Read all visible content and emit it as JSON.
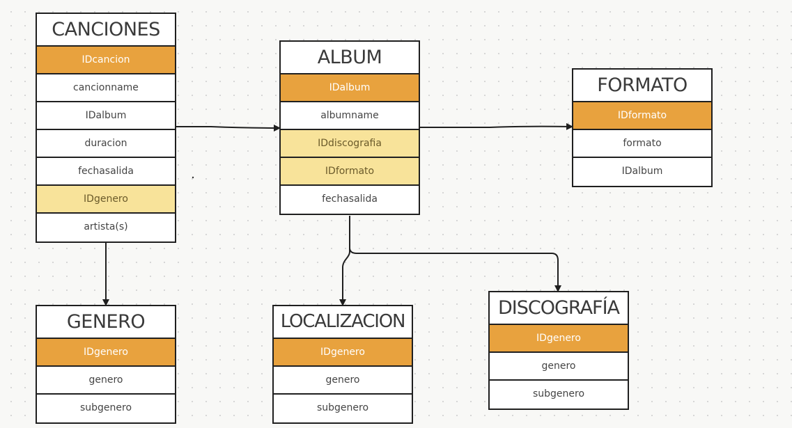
{
  "diagram": {
    "entities": [
      {
        "id": "canciones",
        "name": "CANCIONES",
        "fields": [
          {
            "label": "IDcancion",
            "kind": "pk"
          },
          {
            "label": "cancionname",
            "kind": "plain"
          },
          {
            "label": "IDalbum",
            "kind": "plain"
          },
          {
            "label": "duracion",
            "kind": "plain"
          },
          {
            "label": "fechasalida",
            "kind": "plain"
          },
          {
            "label": "IDgenero",
            "kind": "fk"
          },
          {
            "label": "artista(s)",
            "kind": "plain"
          }
        ]
      },
      {
        "id": "album",
        "name": "ALBUM",
        "fields": [
          {
            "label": "IDalbum",
            "kind": "pk"
          },
          {
            "label": "albumname",
            "kind": "plain"
          },
          {
            "label": "IDdiscografia",
            "kind": "fk"
          },
          {
            "label": "IDformato",
            "kind": "fk"
          },
          {
            "label": "fechasalida",
            "kind": "plain"
          }
        ]
      },
      {
        "id": "formato",
        "name": "FORMATO",
        "fields": [
          {
            "label": "IDformato",
            "kind": "pk"
          },
          {
            "label": "formato",
            "kind": "plain"
          },
          {
            "label": "IDalbum",
            "kind": "plain"
          }
        ]
      },
      {
        "id": "genero",
        "name": "GENERO",
        "fields": [
          {
            "label": "IDgenero",
            "kind": "pk"
          },
          {
            "label": "genero",
            "kind": "plain"
          },
          {
            "label": "subgenero",
            "kind": "plain"
          }
        ]
      },
      {
        "id": "localizacion",
        "name": "LOCALIZACION",
        "fields": [
          {
            "label": "IDgenero",
            "kind": "pk"
          },
          {
            "label": "genero",
            "kind": "plain"
          },
          {
            "label": "subgenero",
            "kind": "plain"
          }
        ]
      },
      {
        "id": "discografia",
        "name": "DISCOGRAFÍA",
        "fields": [
          {
            "label": "IDgenero",
            "kind": "pk"
          },
          {
            "label": "genero",
            "kind": "plain"
          },
          {
            "label": "subgenero",
            "kind": "plain"
          }
        ]
      }
    ],
    "connectors": [
      {
        "from": "canciones",
        "to": "album"
      },
      {
        "from": "album",
        "to": "formato"
      },
      {
        "from": "canciones",
        "to": "genero"
      },
      {
        "from": "album",
        "to": "localizacion"
      },
      {
        "from": "album",
        "to": "discografia"
      }
    ],
    "colors": {
      "primary_key": "#e8a23e",
      "foreign_key": "#f8e39a",
      "border": "#1f1f1f",
      "connector": "#1f1f1f"
    }
  }
}
